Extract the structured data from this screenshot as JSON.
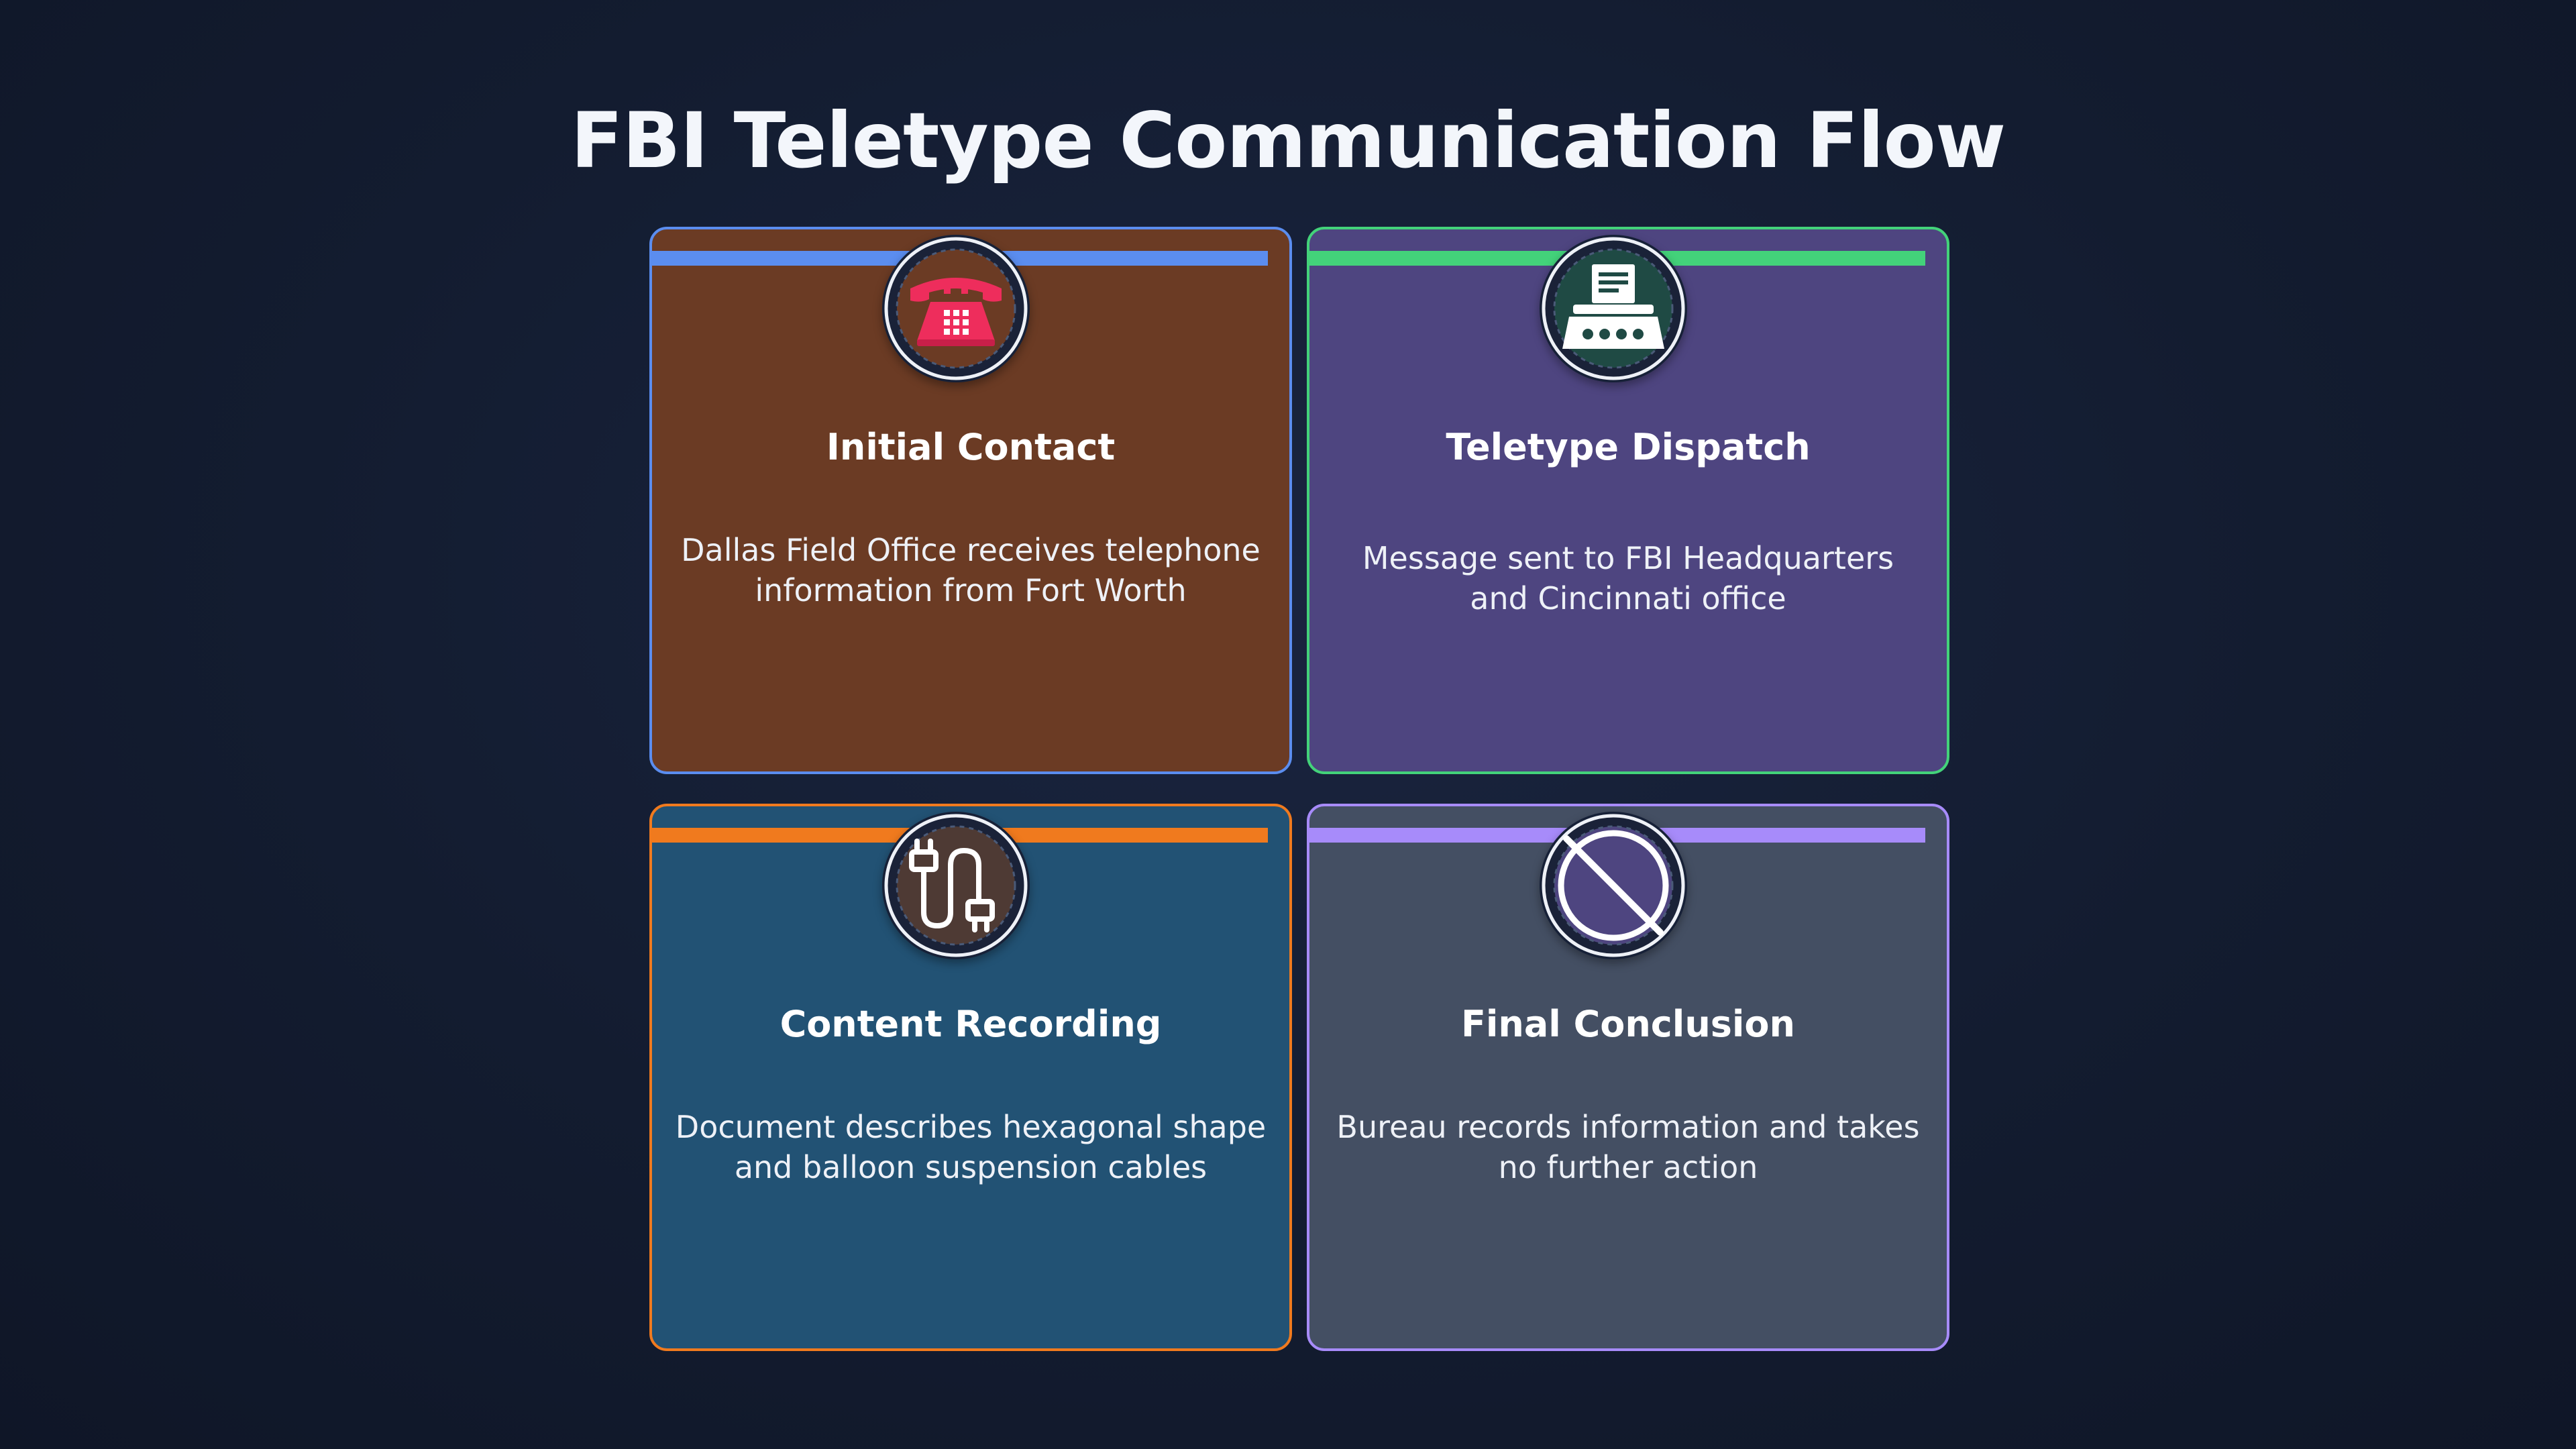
{
  "title": "FBI Teletype Communication Flow",
  "cards": [
    {
      "title": "Initial Contact",
      "description": "Dallas Field Office receives telephone information from Fort Worth",
      "icon": "telephone-icon",
      "accent": "#5b8def",
      "background": "#6b3b24"
    },
    {
      "title": "Teletype Dispatch",
      "description": "Message sent to FBI Headquarters and Cincinnati office",
      "icon": "teletype-icon",
      "accent": "#43d27a",
      "background": "#4e4580"
    },
    {
      "title": "Content Recording",
      "description": "Document describes hexagonal shape and balloon suspension cables",
      "icon": "cable-plug-icon",
      "accent": "#f07a1e",
      "background": "#225274"
    },
    {
      "title": "Final Conclusion",
      "description": "Bureau records information and takes no further action",
      "icon": "prohibited-icon",
      "accent": "#a78bfa",
      "background": "#444f63"
    }
  ]
}
